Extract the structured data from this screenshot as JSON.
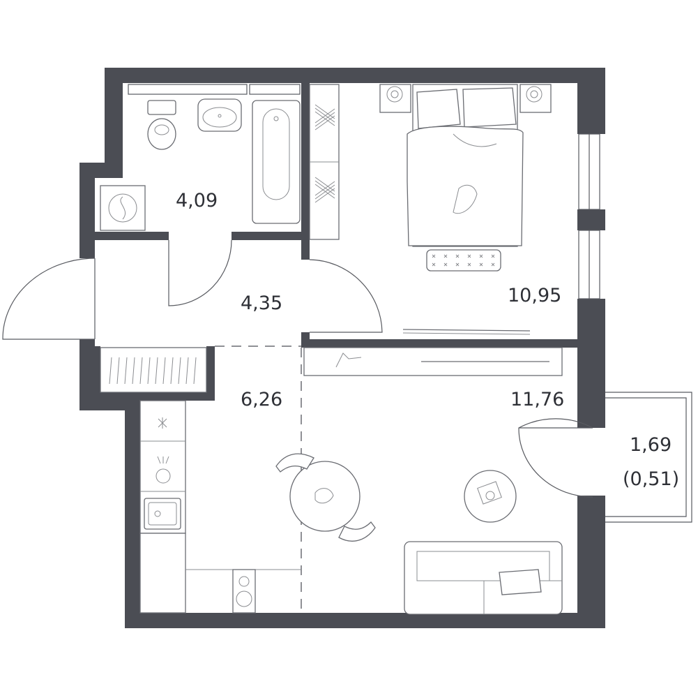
{
  "rooms": [
    {
      "id": "bathroom",
      "area": "4,09"
    },
    {
      "id": "hallway",
      "area": "4,35"
    },
    {
      "id": "bedroom",
      "area": "10,95"
    },
    {
      "id": "kitchen",
      "area": "6,26"
    },
    {
      "id": "living",
      "area": "11,76"
    },
    {
      "id": "balcony",
      "area": "1,69",
      "area_reduced": "(0,51)"
    }
  ],
  "colors": {
    "wall": "#4b4d54",
    "line": "#585a60",
    "background": "#ffffff"
  }
}
